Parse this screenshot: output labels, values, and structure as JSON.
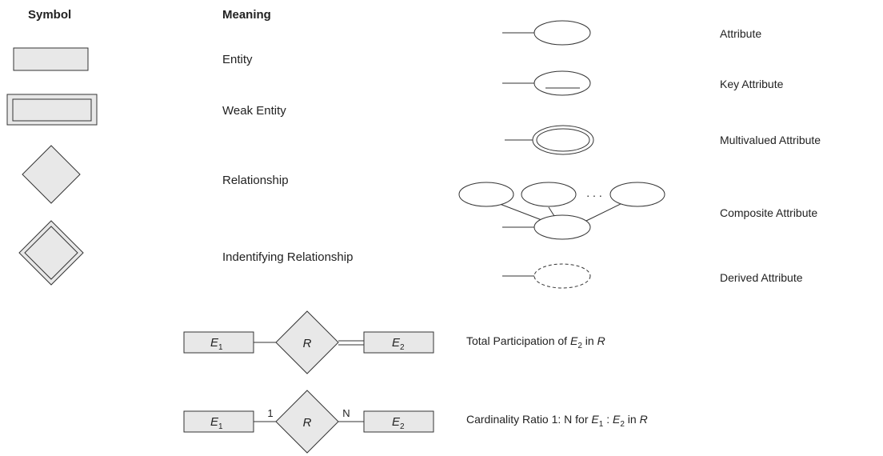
{
  "headers": {
    "symbol": "Symbol",
    "meaning": "Meaning"
  },
  "left_meanings": {
    "entity": "Entity",
    "weak_entity": "Weak Entity",
    "relationship": "Relationship",
    "identifying_relationship": "Indentifying Relationship"
  },
  "attribute_meanings": {
    "attribute": "Attribute",
    "key_attribute": "Key Attribute",
    "multivalued_attribute": "Multivalued Attribute",
    "composite_attribute": "Composite Attribute",
    "derived_attribute": "Derived Attribute"
  },
  "composite_ellipsis": ". . .",
  "participation": {
    "e1_base": "E",
    "e1_sub": "1",
    "r_label": "R",
    "e2_base": "E",
    "e2_sub": "2",
    "description_prefix": "Total Participation of ",
    "description_entity_base": "E",
    "description_entity_sub": "2",
    "description_mid": " in ",
    "description_rel": "R"
  },
  "cardinality": {
    "e1_base": "E",
    "e1_sub": "1",
    "r_label": "R",
    "e2_base": "E",
    "e2_sub": "2",
    "left_card": "1",
    "right_card": "N",
    "description_prefix": "Cardinality Ratio 1: N for ",
    "description_e1_base": "E",
    "description_e1_sub": "1",
    "description_sep": " : ",
    "description_e2_base": "E",
    "description_e2_sub": "2",
    "description_mid": " in ",
    "description_rel": "R"
  }
}
